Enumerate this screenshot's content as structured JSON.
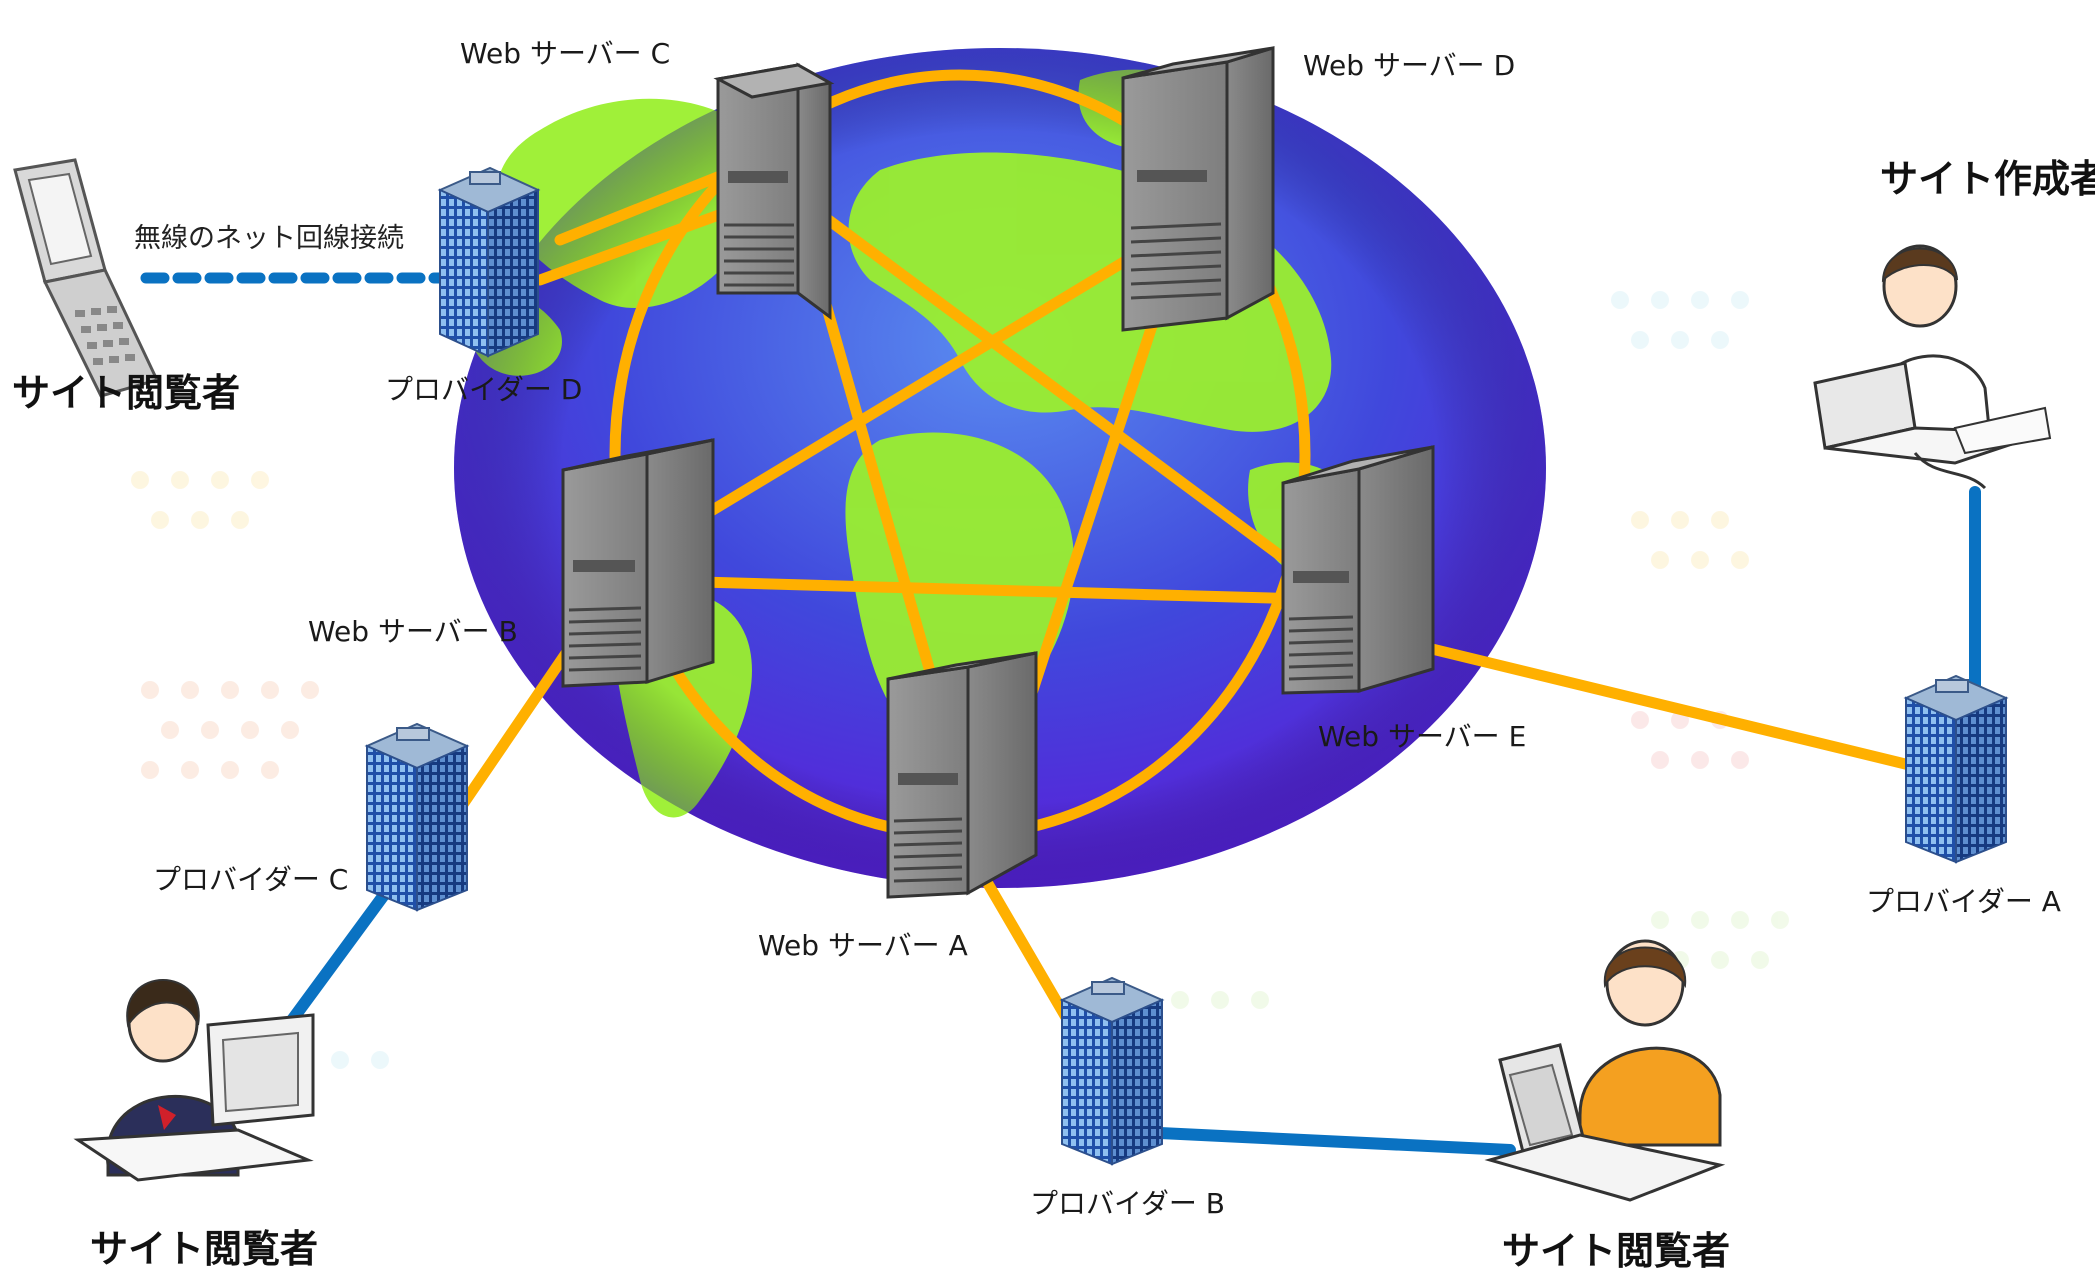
{
  "servers": {
    "a": "Web サーバー A",
    "b": "Web サーバー B",
    "c": "Web サーバー C",
    "d": "Web サーバー D",
    "e": "Web サーバー E"
  },
  "providers": {
    "a": "プロバイダー A",
    "b": "プロバイダー B",
    "c": "プロバイダー C",
    "d": "プロバイダー D"
  },
  "roles": {
    "creator": "サイト作成者",
    "viewer_top_left": "サイト閲覧者",
    "viewer_bottom_left": "サイト閲覧者",
    "viewer_bottom_right": "サイト閲覧者"
  },
  "connections": {
    "wireless_label": "無線のネット回線接続"
  },
  "colors": {
    "backbone": "#FFB000",
    "access_line": "#0A72C2",
    "globe_sea": "#4A4BE0",
    "globe_land": "#9BEF2E"
  },
  "icons": [
    "server-icon",
    "office-building-icon",
    "mobile-phone-icon",
    "person-at-computer-icon",
    "globe-icon"
  ]
}
